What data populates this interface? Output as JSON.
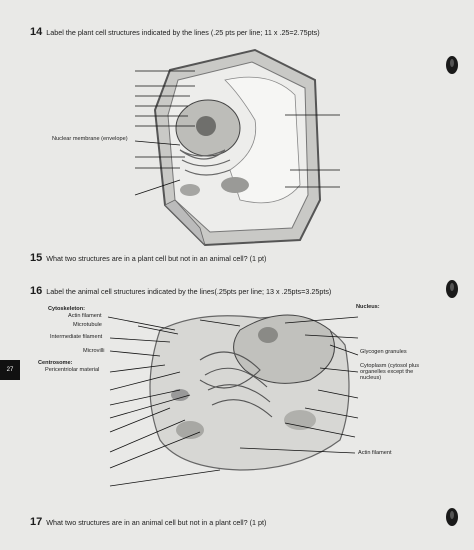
{
  "q14": {
    "number": "14",
    "text": "Label the plant cell structures indicated by the lines (.25 pts per line; 11 x .25=2.75pts)",
    "nuclear_membrane_label": "Nuclear membrane (envelope)"
  },
  "q15": {
    "number": "15",
    "text": "What two structures are in a plant cell but not in an animal cell? (1 pt)"
  },
  "q16": {
    "number": "16",
    "text": "Label the animal cell structures indicated by the lines(.25pts per line; 13 x .25pts=3.25pts)",
    "cytoskeleton_heading": "Cytoskeleton:",
    "actin_filament": "Actin filament",
    "microtubule": "Microtubule",
    "intermediate_filament": "Intermediate filament",
    "microvilli": "Microvilli",
    "centrosome_heading": "Centrosome:",
    "pericentriolar": "Pericentriolar material",
    "nucleus_heading": "Nucleus:",
    "glycogen": "Glycogen granules",
    "cytoplasm": "Cytoplasm (cytosol plus organelles except the nucleus)",
    "actin_filament_right": "Actin filament"
  },
  "q17": {
    "number": "17",
    "text": "What two structures are in an animal cell but not in a plant cell? (1 pt)"
  },
  "page_number": "27"
}
